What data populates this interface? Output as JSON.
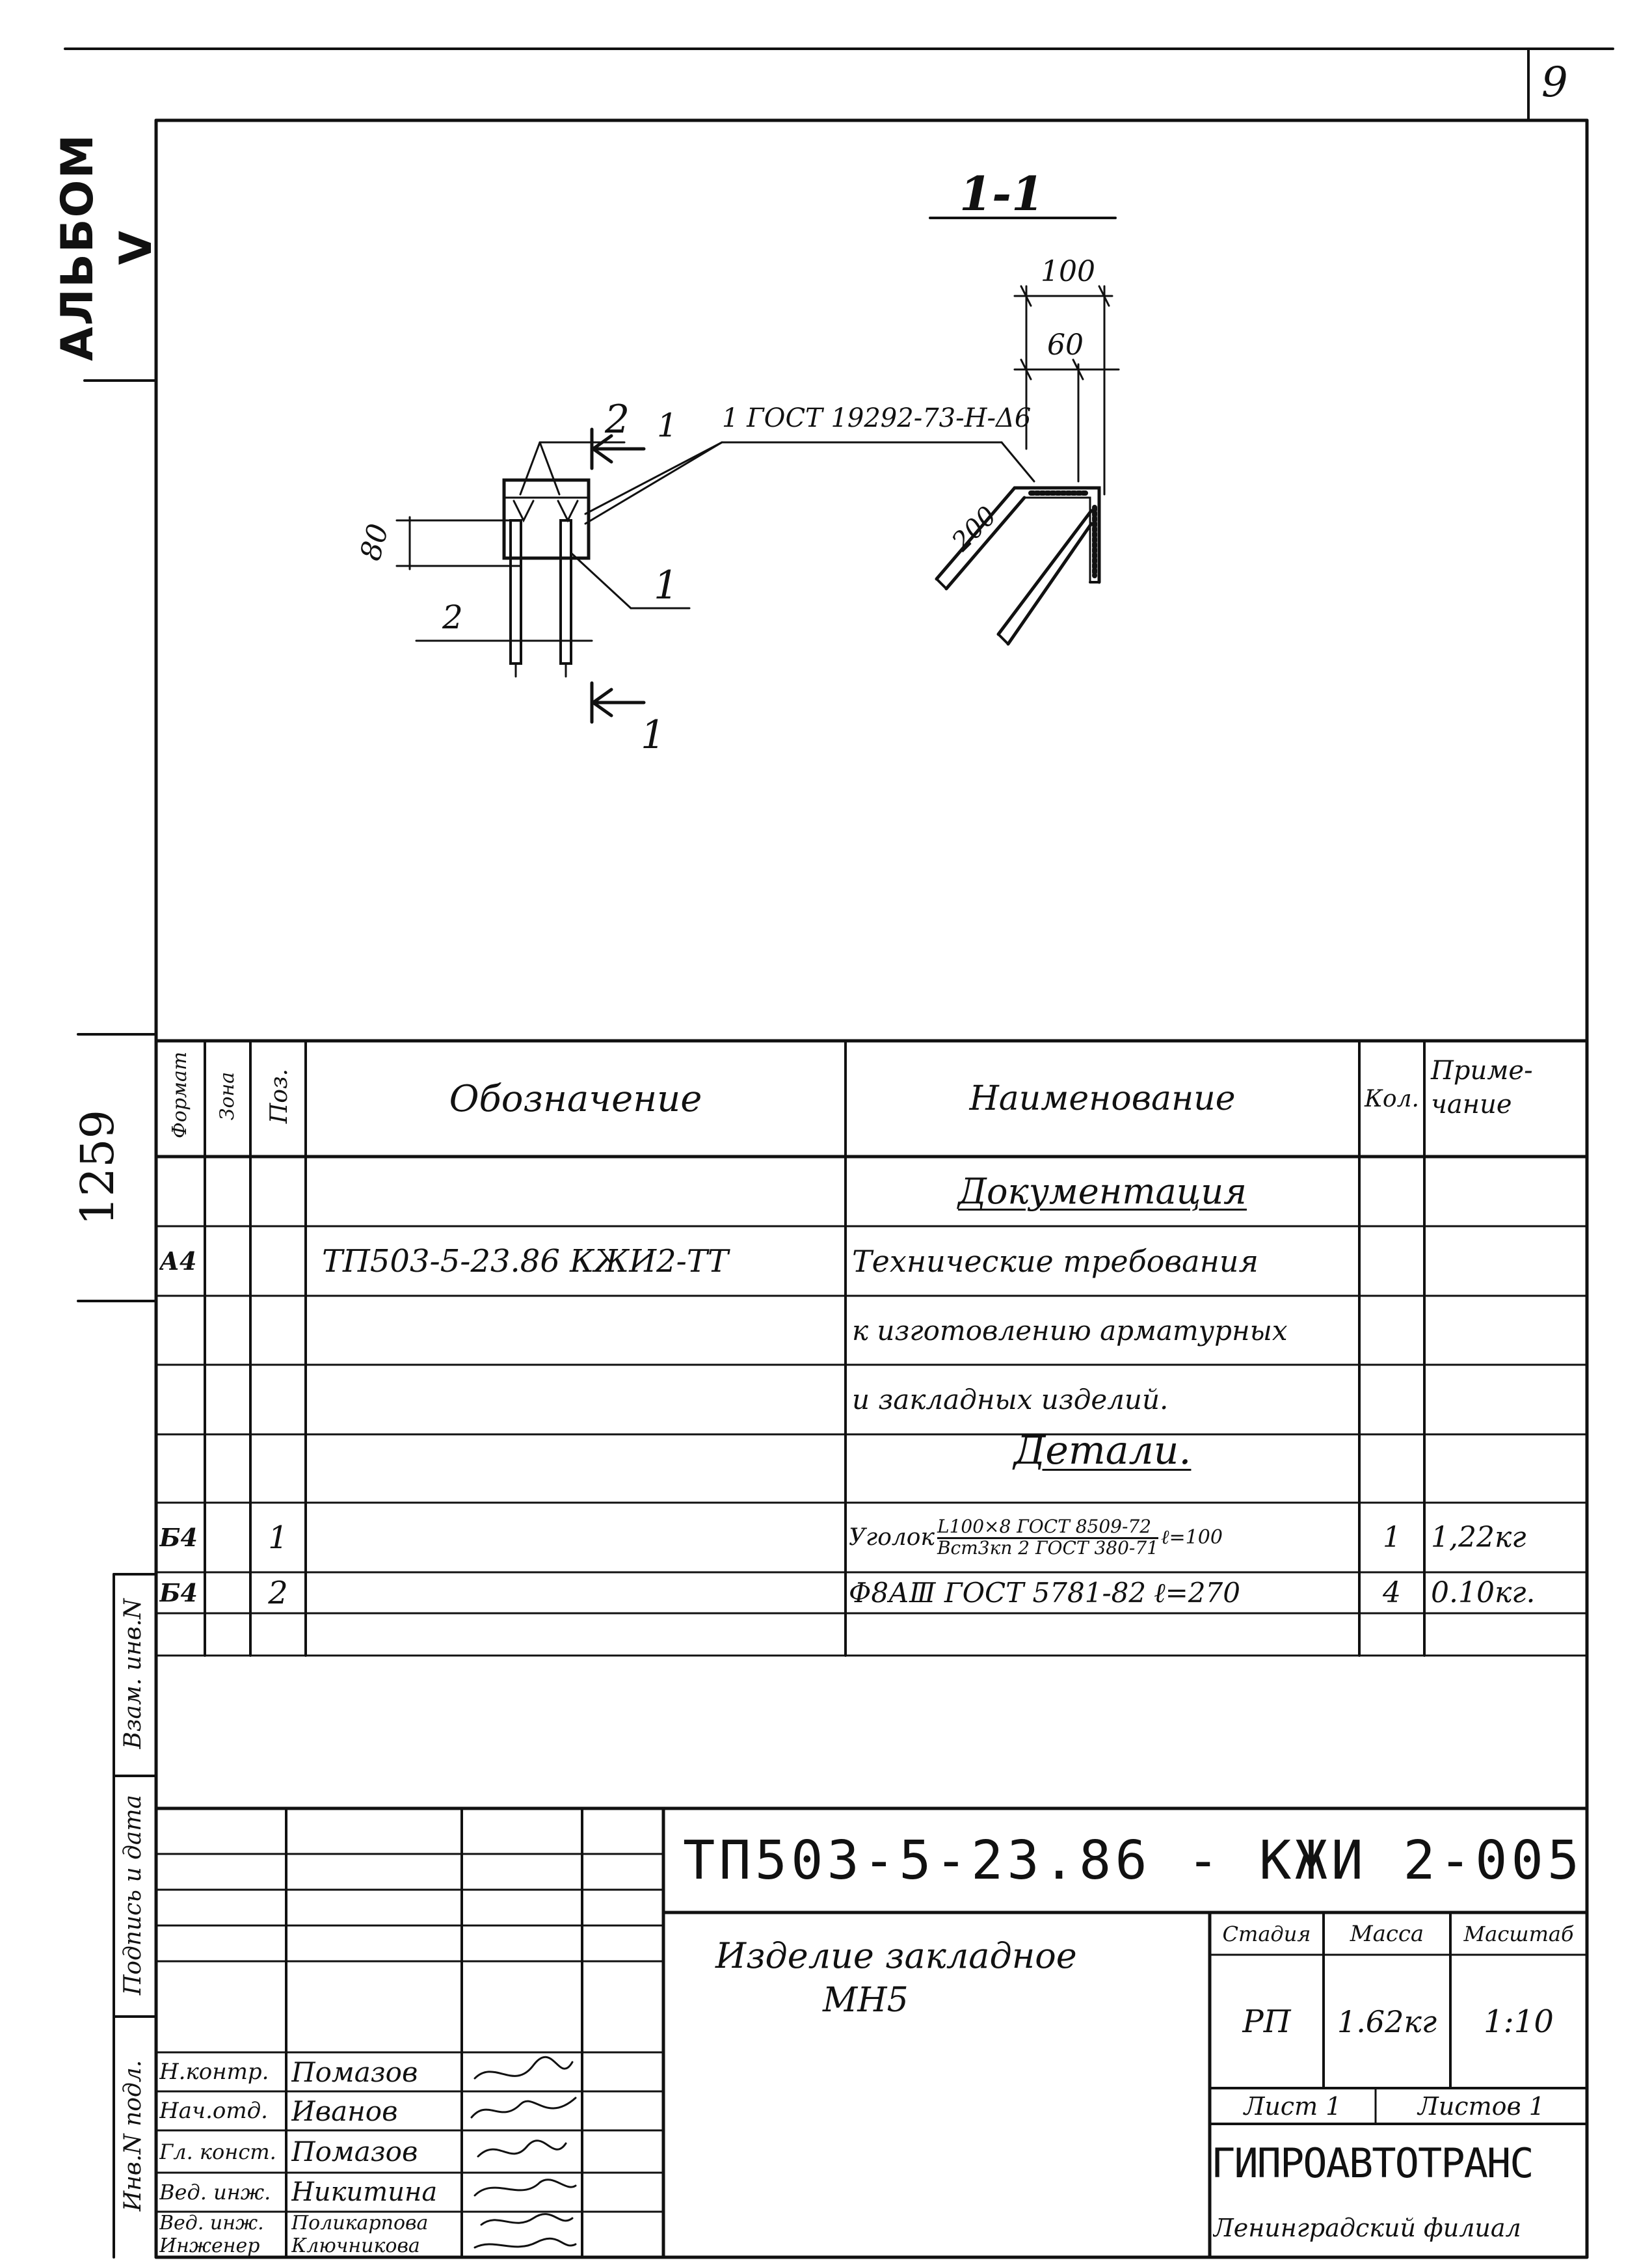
{
  "page_number": "9",
  "album_label": "АЛЬБОМ V",
  "left_code": "1259",
  "left_stamps": [
    "Взам. инв.N",
    "Подпись и дата",
    "Инв.N подл."
  ],
  "drawing": {
    "section_title": "1-1",
    "weld_note": "1 ГОСТ 19292-73-Н-Δ6",
    "dims": {
      "d100": "100",
      "d60": "60",
      "d200": "200",
      "d80": "80"
    },
    "pos_labels": {
      "p2a": "2",
      "p1a": "1",
      "p1b": "1",
      "p2b": "2"
    },
    "cut_label_top": "1",
    "cut_label_bottom": "1"
  },
  "spec": {
    "headers": {
      "format": "Формат",
      "zone": "Зона",
      "pos": "Поз.",
      "designation": "Обозначение",
      "name": "Наименование",
      "qty": "Кол.",
      "note": "Приме- чание"
    },
    "section_doc": "Документация",
    "doc_format": "А4",
    "doc_designation": "ТП503-5-23.86   КЖИ2-ТТ",
    "doc_name_lines": [
      "Технические требования",
      "к изготовлению арматурных",
      "и закладных изделий."
    ],
    "section_parts": "Детали.",
    "rows": [
      {
        "format": "Б4",
        "pos": "1",
        "name_prefix": "Уголок",
        "frac_top": "L100×8 ГОСТ 8509-72",
        "frac_bottom": "Вст3кп 2 ГОСТ 380-71",
        "name_suffix": "ℓ=100",
        "qty": "1",
        "note": "1,22кг"
      },
      {
        "format": "Б4",
        "pos": "2",
        "name_prefix": "Φ8АⅢ ГОСТ 5781-82",
        "frac_top": "",
        "frac_bottom": "",
        "name_suffix": "ℓ=270",
        "qty": "4",
        "note": "0.10кг."
      }
    ]
  },
  "title_block": {
    "code": "ТП503-5-23.86 - КЖИ 2-005",
    "item_name_line1": "Изделие закладное",
    "item_name_line2": "МН5",
    "stage_label": "Стадия",
    "mass_label": "Масса",
    "scale_label": "Масштаб",
    "stage": "РП",
    "mass": "1.62кг",
    "scale": "1:10",
    "sheet": "Лист 1",
    "sheets": "Листов 1",
    "org": "ГИПРОАВТОТРАНС",
    "branch": "Ленинградский филиал",
    "signatories": [
      {
        "role": "Н.контр.",
        "name": "Помазов"
      },
      {
        "role": "Нач.отд.",
        "name": "Иванов"
      },
      {
        "role": "Гл. конст.",
        "name": "Помазов"
      },
      {
        "role": "Вед. инж.",
        "name": "Никитина"
      },
      {
        "role": "Вед. инж.",
        "name": "Поликарпова"
      },
      {
        "role": "Инженер",
        "name": "Ключникова"
      }
    ]
  }
}
